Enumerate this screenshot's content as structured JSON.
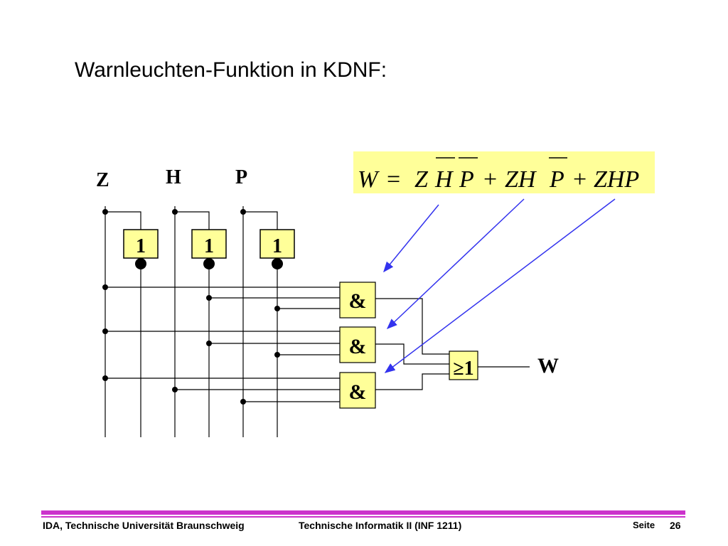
{
  "slide": {
    "title": "Warnleuchten-Funktion in KDNF:"
  },
  "diagram": {
    "inputs": [
      "Z",
      "H",
      "P"
    ],
    "not_gate_label": "1",
    "and_gate_label": "&",
    "or_gate_label": "≥1",
    "output_label": "W",
    "formula_parts": [
      "W",
      "=",
      "Z",
      "H",
      "P",
      "+",
      "ZH",
      "P",
      "+",
      "ZHP"
    ],
    "colors": {
      "formula_background": "#ffff99",
      "gate_fill": "#ffff99",
      "arrow": "#3333ee",
      "footer_line": "#cc33cc"
    }
  },
  "footer": {
    "institution": "IDA, Technische Universität Braunschweig",
    "course": "Technische Informatik II (INF 1211)",
    "page_label": "Seite",
    "page_number": "26"
  }
}
